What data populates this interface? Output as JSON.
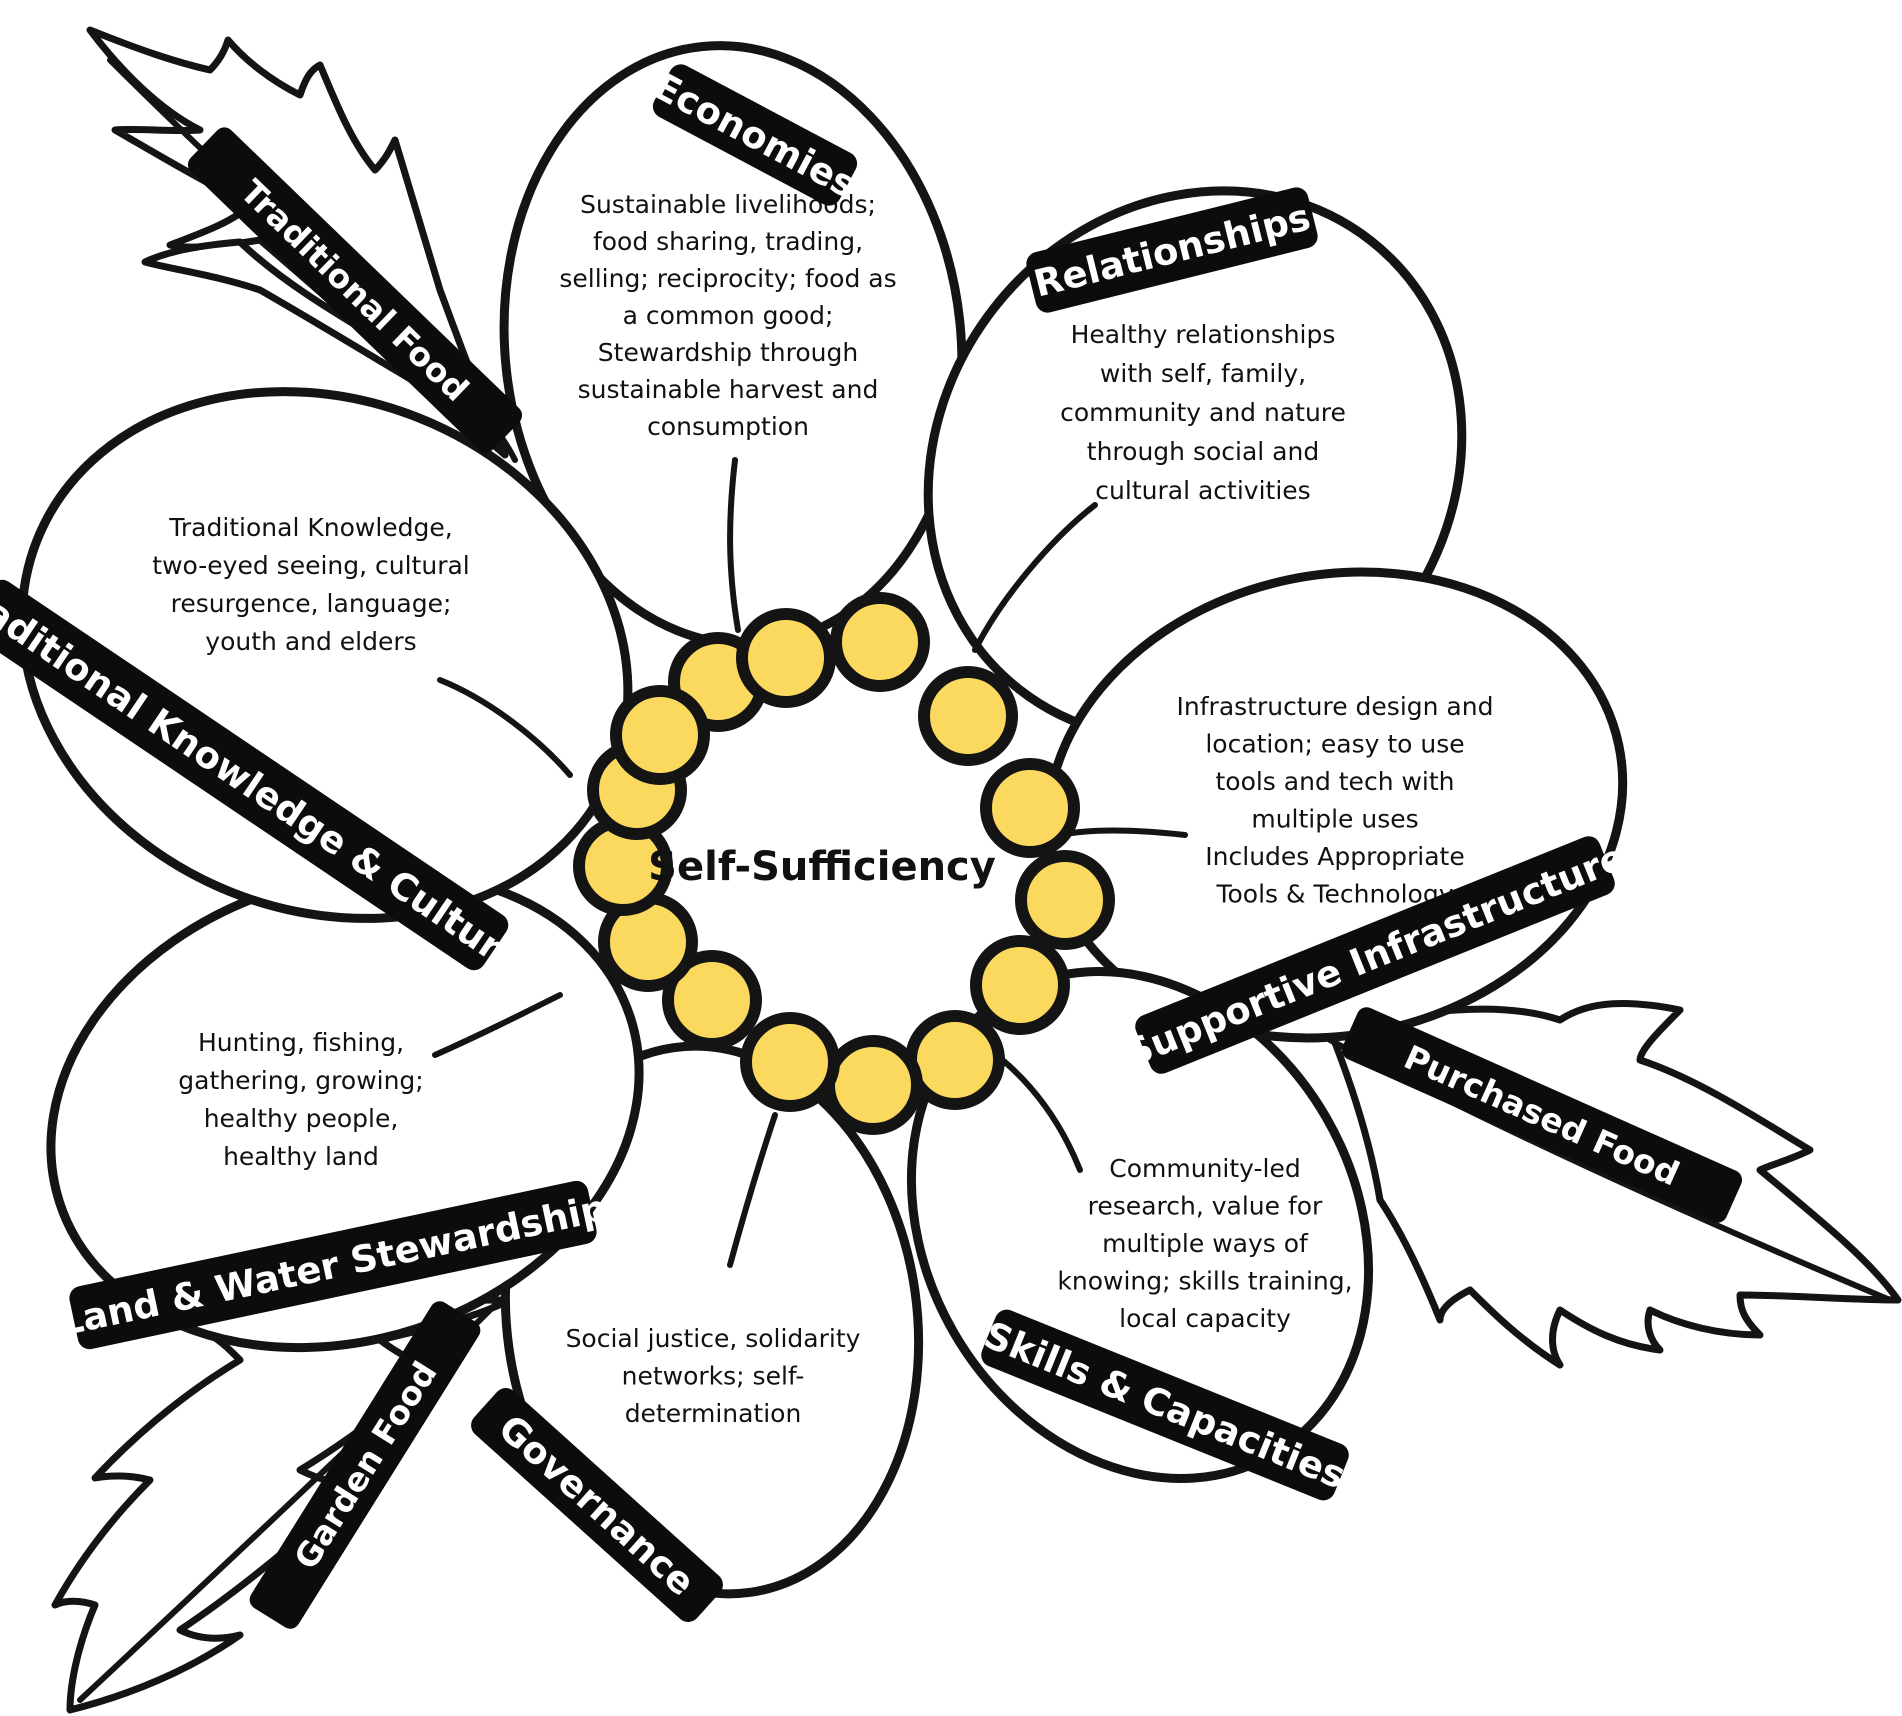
{
  "center": {
    "title": "Self-Sufficiency"
  },
  "colors": {
    "bead": "#fbd95e",
    "ink": "#141414",
    "background": "#ffffff"
  },
  "petals": [
    {
      "title": "Economies",
      "lines": [
        "Sustainable livelihoods;",
        "food sharing, trading,",
        "selling; reciprocity; food as",
        "a common good;",
        "Stewardship through",
        "sustainable harvest and",
        "consumption"
      ]
    },
    {
      "title": "Relationships",
      "lines": [
        "Healthy relationships",
        "with self, family,",
        "community and nature",
        "through social and",
        "cultural activities"
      ]
    },
    {
      "title": "Supportive Infrastructure",
      "lines": [
        "Infrastructure design and",
        "location; easy to use",
        "tools and tech with",
        "multiple uses",
        "Includes Appropriate",
        "Tools & Technology"
      ]
    },
    {
      "title": "Skills & Capacities",
      "lines": [
        "Community-led",
        "research, value for",
        "multiple ways of",
        "knowing; skills training,",
        "local capacity"
      ]
    },
    {
      "title": "Governance",
      "lines": [
        "Social justice, solidarity",
        "networks; self-",
        "determination"
      ]
    },
    {
      "title": "Land & Water Stewardship",
      "lines": [
        "Hunting, fishing,",
        "gathering, growing;",
        "healthy people,",
        "healthy land"
      ]
    },
    {
      "title": "Traditional Knowledge & Culture",
      "lines": [
        "Traditional Knowledge,",
        "two-eyed seeing, cultural",
        "resurgence, language;",
        "youth and elders"
      ]
    }
  ],
  "leaves": [
    {
      "label": "Traditional Food"
    },
    {
      "label": "Purchased Food"
    },
    {
      "label": "Garden Food"
    }
  ]
}
